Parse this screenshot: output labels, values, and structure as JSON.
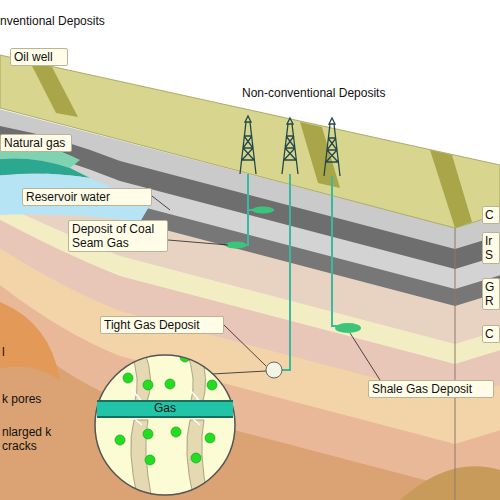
{
  "diagram": {
    "nodes": [
      {
        "text": [
          "Oil well"
        ]
      },
      {
        "text": [
          "Natural gas"
        ]
      },
      {
        "text": [
          "Reservoir water"
        ]
      },
      {
        "text": [
          "Deposit of Coal Seam Gas"
        ]
      },
      {
        "text": [
          "Tight Gas Deposit"
        ]
      },
      {
        "text": [
          "Gas"
        ]
      },
      {
        "text": [
          "Shale Gas Deposit"
        ]
      },
      {
        "text": [
          "C"
        ]
      },
      {
        "text": [
          "Ir S"
        ]
      },
      {
        "text": [
          "G R"
        ]
      },
      {
        "text": [
          "C"
        ]
      }
    ],
    "labels": [
      "nventional Deposits",
      "Non-conventional Deposits",
      "l",
      "k pores",
      "nlarged k cracks"
    ]
  }
}
